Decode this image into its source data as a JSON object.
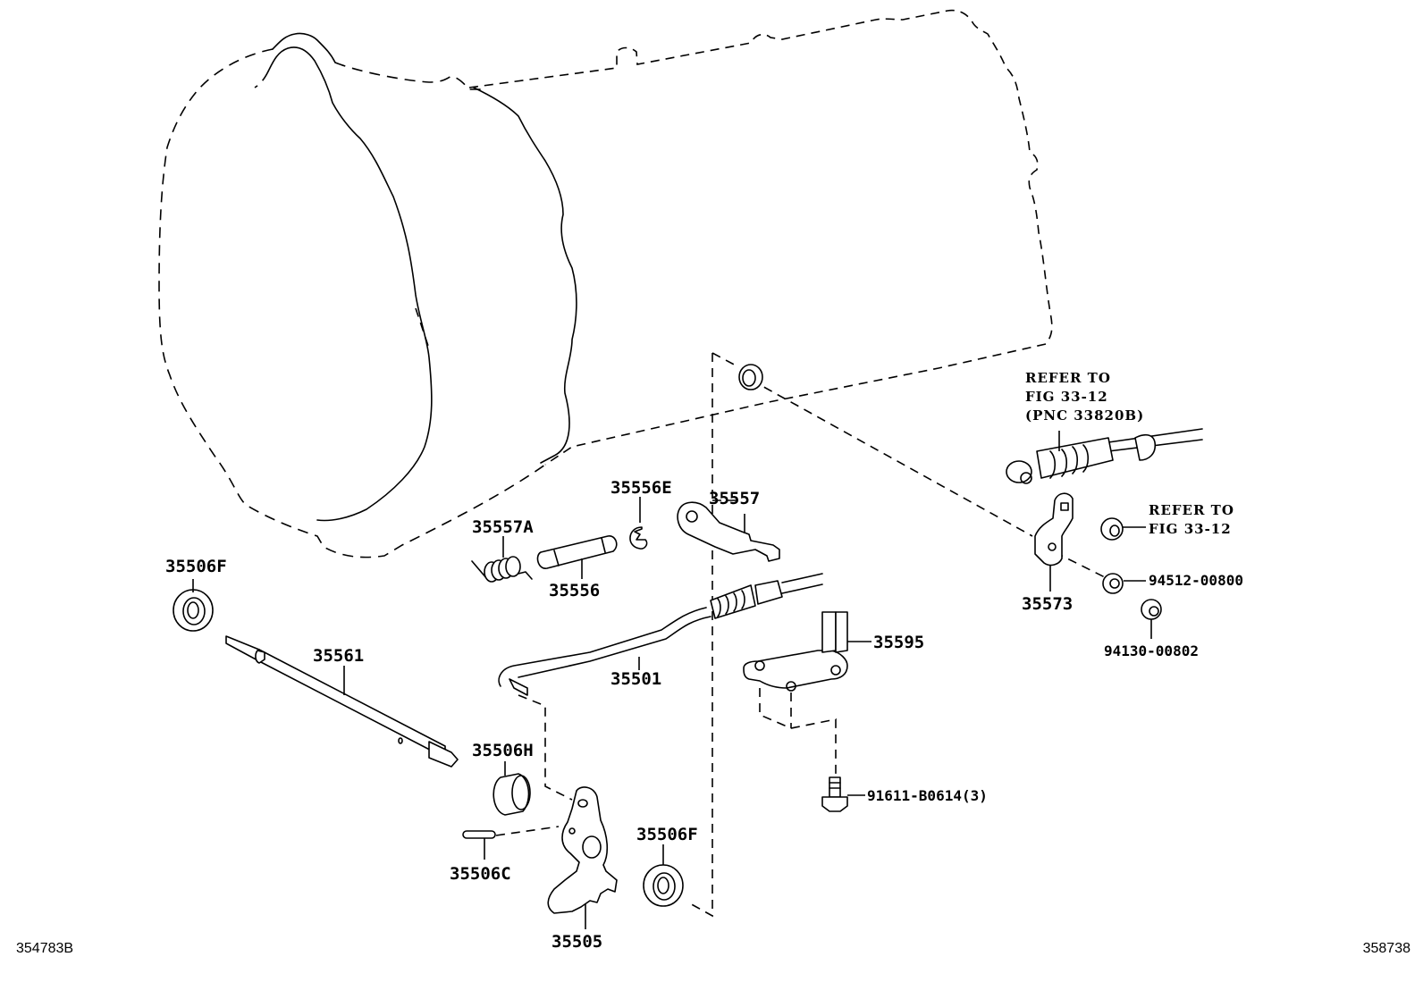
{
  "diagram": {
    "title": "Transmission shift linkage exploded parts diagram",
    "callouts": {
      "refer_cable": [
        "REFER TO",
        "FIG 33-12",
        "(PNC 33820B)"
      ],
      "refer_nut": [
        "REFER TO",
        "FIG 33-12"
      ],
      "p35557A": "35557A",
      "p35556E": "35556E",
      "p35557": "35557",
      "p35556": "35556",
      "p35506F_top": "35506F",
      "p35561": "35561",
      "p35501": "35501",
      "p35595": "35595",
      "p35573": "35573",
      "p94512": "94512-00800",
      "p94130": "94130-00802",
      "p91611": "91611-B0614(3)",
      "p35506H": "35506H",
      "p35506C": "35506C",
      "p35506F_bottom": "35506F",
      "p35505": "35505"
    },
    "footer": {
      "left_id": "354783B",
      "right_id": "358738"
    }
  }
}
